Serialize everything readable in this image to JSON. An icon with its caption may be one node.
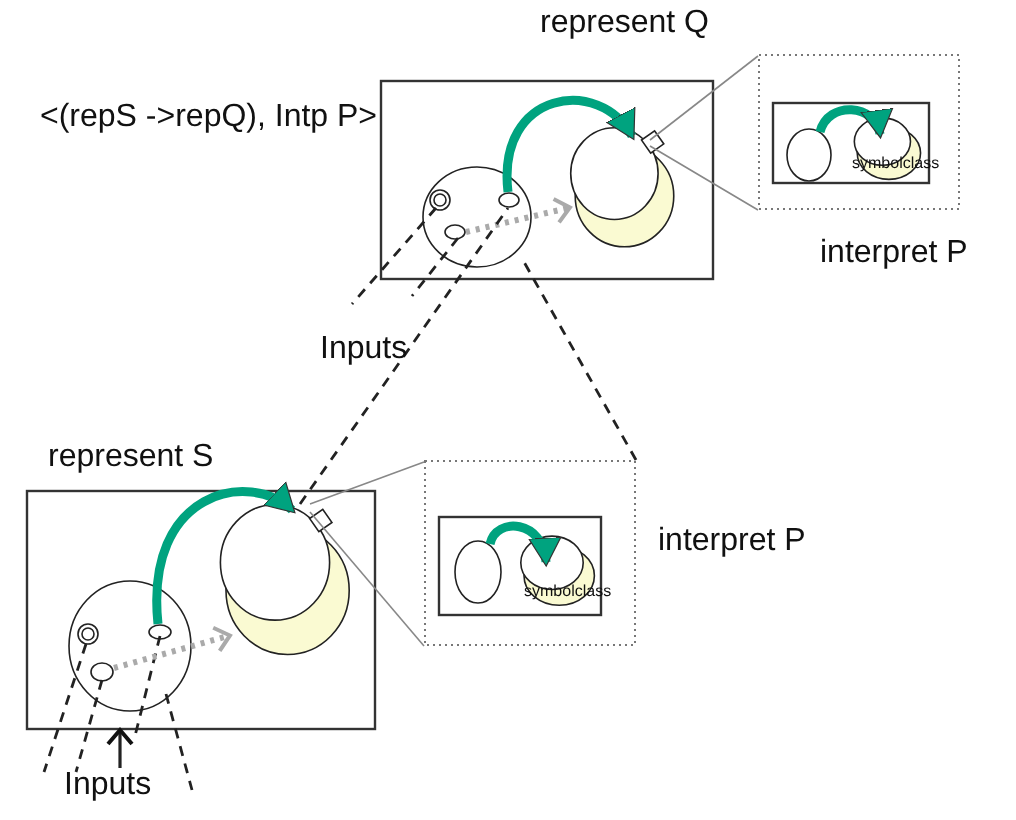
{
  "diagram": {
    "nodes": [
      {
        "text": [],
        "shape": "box"
      },
      {
        "text": [],
        "shape": "circle",
        "in": 0
      },
      {
        "text": [],
        "shape": "circle",
        "in": 1
      },
      {
        "text": [],
        "shape": "circle",
        "in": 1
      },
      {
        "text": [],
        "shape": "circle",
        "in": 0
      },
      {
        "text": [],
        "shape": "box"
      },
      {
        "text": [],
        "shape": "box",
        "in": 5
      },
      {
        "text": [],
        "shape": "circle",
        "in": 6
      },
      {
        "text": [],
        "shape": "circle",
        "in": 6
      },
      {
        "text": [],
        "shape": "box"
      },
      {
        "text": [],
        "shape": "circle",
        "in": 9
      },
      {
        "text": [],
        "shape": "circle",
        "in": 10
      },
      {
        "text": [],
        "shape": "circle",
        "in": 10
      },
      {
        "text": [],
        "shape": "circle",
        "in": 9
      },
      {
        "text": [],
        "shape": "box"
      },
      {
        "text": [],
        "shape": "box",
        "in": 14
      },
      {
        "text": [],
        "shape": "circle",
        "in": 15
      },
      {
        "text": [],
        "shape": "circle",
        "in": 15
      }
    ],
    "edges": [
      {
        "from": 2,
        "to": 4,
        "arrow": "to",
        "style": "thick",
        "color": "#00a37f"
      },
      {
        "from": 3,
        "to": 4,
        "arrow": "to",
        "style": "dashed",
        "color": "#aaaaaa"
      },
      {
        "from": 4,
        "to": 5,
        "arrow": "none",
        "color": "#888888"
      },
      {
        "from": 4,
        "to": 5,
        "arrow": "none",
        "color": "#888888"
      },
      {
        "from": 7,
        "to": 8,
        "arrow": "to",
        "style": "thick",
        "color": "#00a37f"
      },
      {
        "from": 11,
        "to": 13,
        "arrow": "to",
        "style": "thick",
        "color": "#00a37f"
      },
      {
        "from": 12,
        "to": 13,
        "arrow": "to",
        "style": "dashed",
        "color": "#aaaaaa"
      },
      {
        "from": 13,
        "to": 14,
        "arrow": "none",
        "color": "#888888"
      },
      {
        "from": 13,
        "to": 14,
        "arrow": "none",
        "color": "#888888"
      },
      {
        "from": 16,
        "to": 17,
        "arrow": "to",
        "style": "thick",
        "color": "#00a37f"
      },
      {
        "from": 13,
        "to": 2,
        "arrow": "none",
        "style": "dashed",
        "color": "#222222"
      },
      {
        "from": 14,
        "to": 1,
        "arrow": "none",
        "style": "dashed",
        "color": "#222222"
      }
    ],
    "labels": [
      "represent Q",
      "<(repS ->repQ), Intp P>",
      "symbolclass",
      "interpret P",
      "Inputs",
      "represent S",
      "interpret P",
      "symbolclass",
      "Inputs"
    ]
  }
}
